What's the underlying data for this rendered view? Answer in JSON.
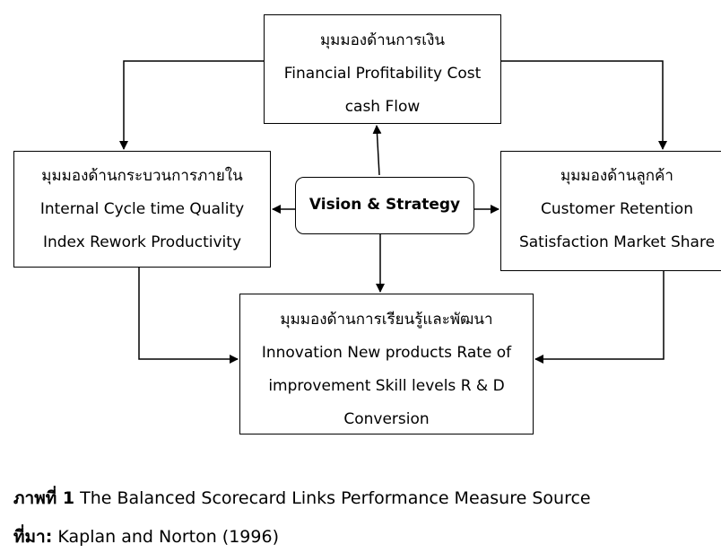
{
  "financial": {
    "title": "มุมมองด้านการเงิน",
    "line1": "Financial Profitability Cost",
    "line2": "cash Flow"
  },
  "internal": {
    "title": "มุมมองด้านกระบวนการภายใน",
    "line1": "Internal Cycle time Quality",
    "line2": "Index Rework Productivity"
  },
  "customer": {
    "title": "มุมมองด้านลูกค้า",
    "line1": "Customer Retention",
    "line2": "Satisfaction Market Share"
  },
  "learning": {
    "title": "มุมมองด้านการเรียนรู้และพัฒนา",
    "line1": "Innovation New products Rate of",
    "line2": "improvement Skill levels R & D",
    "line3": "Conversion"
  },
  "vision": {
    "label": "Vision & Strategy"
  },
  "caption": {
    "figure_label": "ภาพที่ 1",
    "figure_text": "The Balanced Scorecard Links Performance Measure Source",
    "source_label": "ที่มา:",
    "source_text": "Kaplan and Norton (1996)"
  },
  "colors": {
    "line": "#000000",
    "background": "#ffffff"
  }
}
